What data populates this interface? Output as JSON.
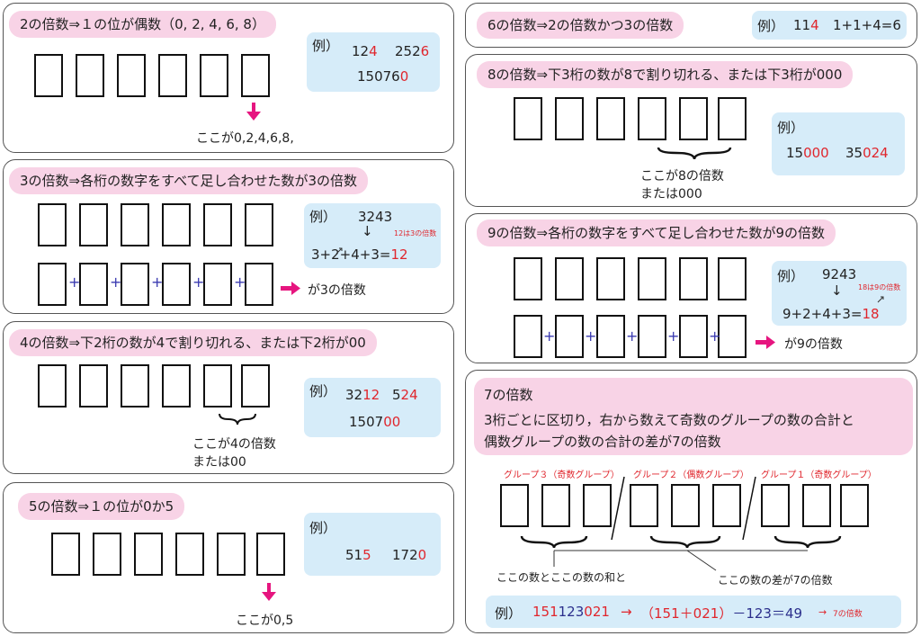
{
  "c2": {
    "title": "2の倍数⇒１の位が偶数（0, 2, 4, 6, 8）",
    "ex_label": "例）",
    "ex1_a": "12",
    "ex1_b": "4",
    "ex2_a": "252",
    "ex2_b": "6",
    "ex3_a": "15076",
    "ex3_b": "0",
    "note": "ここが0,2,4,6,8,"
  },
  "c3": {
    "title": "3の倍数⇒各桁の数字をすべて足し合わせた数が3の倍数",
    "ex_label": "例）",
    "num": "3243",
    "arrow": "↓",
    "sum_a": "3+2+4+3=",
    "sum_b": "12",
    "small": "12は3の倍数",
    "plus": "+",
    "result": "が3の倍数"
  },
  "c4": {
    "title": "4の倍数⇒下2桁の数が4で割り切れる、または下2桁が00",
    "ex_label": "例）",
    "ex1_a": "32",
    "ex1_b": "12",
    "ex2_a": "5",
    "ex2_b": "24",
    "ex3_a": "1507",
    "ex3_b": "00",
    "note1": "ここが4の倍数",
    "note2": "または00"
  },
  "c5": {
    "title": "5の倍数⇒１の位が0か5",
    "ex_label": "例）",
    "ex1_a": "51",
    "ex1_b": "5",
    "ex2_a": "172",
    "ex2_b": "0",
    "note": "ここが0,5"
  },
  "c6": {
    "title": "6の倍数⇒2の倍数かつ3の倍数",
    "ex_label": "例）",
    "ex_a": "11",
    "ex_b": "4",
    "ex_c": "1+1+4=6"
  },
  "c8": {
    "title": "8の倍数⇒下3桁の数が8で割り切れる、または下3桁が000",
    "ex_label": "例）",
    "ex1_a": "15",
    "ex1_b": "000",
    "ex2_a": "35",
    "ex2_b": "024",
    "note1": "ここが8の倍数",
    "note2": "または000"
  },
  "c9": {
    "title": "9の倍数⇒各桁の数字をすべて足し合わせた数が9の倍数",
    "ex_label": "例）",
    "num": "9243",
    "arrow": "↓",
    "sum_a": "9+2+4+3=",
    "sum_b": "18",
    "small": "18は9の倍数",
    "plus": "+",
    "result": "が9の倍数"
  },
  "c7": {
    "title": "7の倍数",
    "rule1": "3桁ごとに区切り，右から数えて奇数のグループの数の合計と",
    "rule2": "偶数グループの数の合計の差が7の倍数",
    "grp3": "グループ３（奇数グループ）",
    "grp2": "グループ２（偶数グループ）",
    "grp1": "グループ１（奇数グループ）",
    "note_left": "ここの数とここの数の和と",
    "note_right": "ここの数の差が7の倍数",
    "ex_label": "例）",
    "ex_r1": "151",
    "ex_b1": "123",
    "ex_r2": "021",
    "ex_arrow": "→",
    "ex_open": "（",
    "ex_p1": "151",
    "ex_plus": "＋",
    "ex_p2": "021",
    "ex_close": "）",
    "ex_rest": "－123＝49",
    "ex_arrow2": "→",
    "ex_small": "7の倍数"
  },
  "colors": {
    "title_bg": "#f8d3e6",
    "example_bg": "#d6ecf9",
    "accent_red": "#e0262d",
    "arrow_magenta": "#e6157f",
    "plus_blue": "#3a3ab0"
  }
}
